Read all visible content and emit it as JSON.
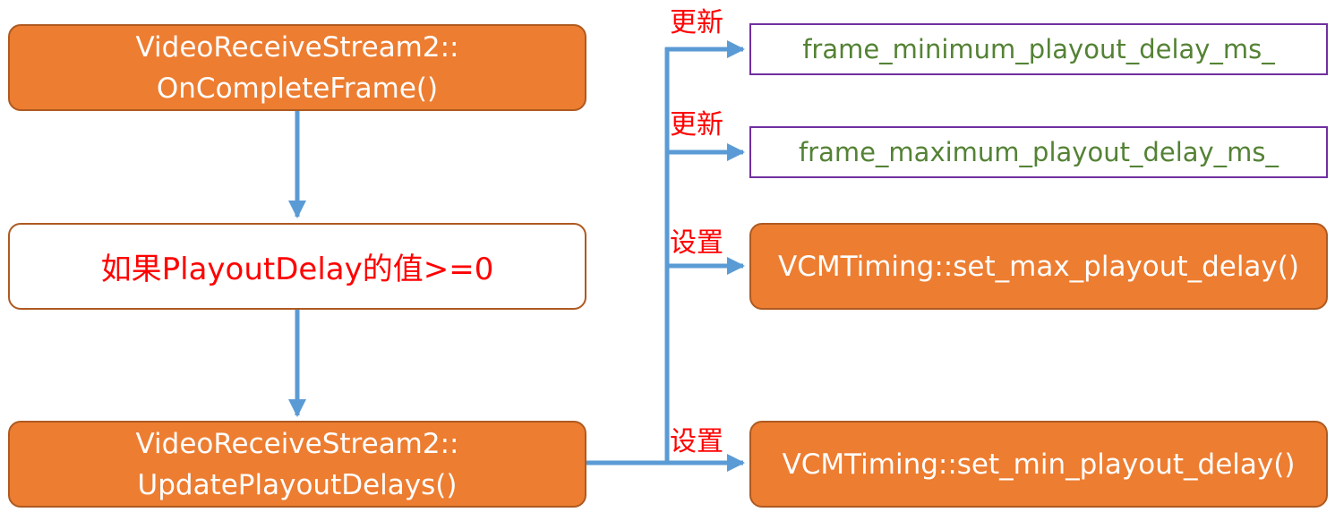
{
  "boxes": {
    "on_complete_frame": "VideoReceiveStream2::\nOnCompleteFrame()",
    "condition": "如果PlayoutDelay的值>=0",
    "update_playout_delays": "VideoReceiveStream2::\nUpdatePlayoutDelays()",
    "frame_min": "frame_minimum_playout_delay_ms_",
    "frame_max": "frame_maximum_playout_delay_ms_",
    "set_max": "VCMTiming::set_max_playout_delay()",
    "set_min": "VCMTiming::set_min_playout_delay()"
  },
  "labels": {
    "update_1": "更新",
    "update_2": "更新",
    "set_1": "设置",
    "set_2": "设置"
  },
  "colors": {
    "accent_orange": "#ED7D31",
    "connector_blue": "#5B9BD5",
    "label_red": "#FF0000",
    "field_green": "#548235",
    "field_border_purple": "#7030A0"
  }
}
